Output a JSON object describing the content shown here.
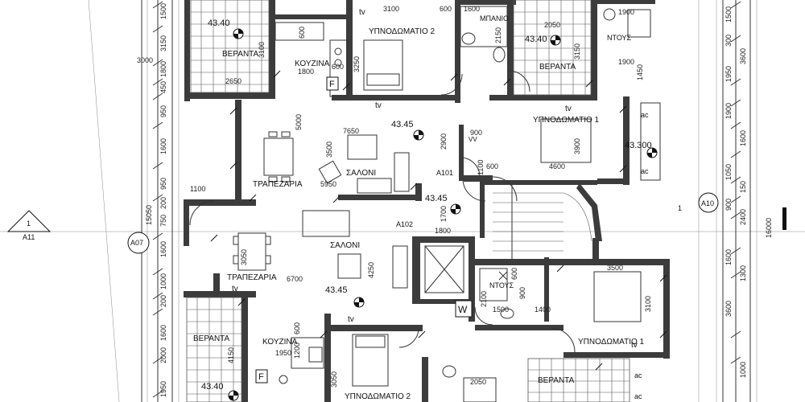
{
  "rooms": {
    "veranta_tl": "ΒΕΡΑΝΤΑ",
    "kouzina_top": "ΚΟΥΖΙΝΑ",
    "ypnodomatio2_top": "ΥΠΝΟΔΩΜΑΤΙΟ 2",
    "mpanio": "ΜΠΑΝΙΟ",
    "veranta_tr": "ΒΕΡΑΝΤΑ",
    "ntous_top": "ΝΤΟΥΣ",
    "ypnodomatio1_top": "ΥΠΝΟΔΩΜΑΤΙΟ 1",
    "saloni_top": "ΣΑΛΟΝΙ",
    "trapezaria_top": "ΤΡΑΠΕΖΑΡΙΑ",
    "saloni_bottom": "ΣΑΛΟΝΙ",
    "trapezaria_bottom": "ΤΡΑΠΕΖΑΡΙΑ",
    "ntous_bottom": "ΝΤΟΥΣ",
    "ypnodomatio1_bottom": "ΥΠΝΟΔΩΜΑΤΙΟ 1",
    "veranta_bl": "ΒΕΡΑΝΤΑ",
    "kouzina_bottom": "ΚΟΥΖΙΝΑ",
    "ypnodomatio2_bottom": "ΥΠΝΟΔΩΜΑΤΙΟ 2",
    "veranta_br": "ΒΕΡΑΝΤΑ"
  },
  "levels": {
    "l1": "43.40",
    "l2": "43.40",
    "l3": "43.45",
    "l4": "43.300",
    "l5": "43.45",
    "l6": "43.45",
    "l7": "43.40"
  },
  "markers": {
    "a101": "A101",
    "a102": "A102",
    "a07": "A07",
    "a10": "A10",
    "a11": "A11",
    "one_left": "1",
    "one_right": "1"
  },
  "symbols": {
    "tv": "tv",
    "f": "F",
    "w": "W",
    "vv": "VV",
    "ac": "ac"
  },
  "dims": {
    "d3100a": "3100",
    "d600a": "600",
    "d1600a": "1600",
    "d3100b": "3100",
    "d2650": "2650",
    "d1800a": "1800",
    "d600b": "600",
    "d600c": "600",
    "d3250": "3250",
    "d2150": "2150",
    "d2050": "2050",
    "d3150": "3150",
    "d1900a": "1900",
    "d1900b": "1900",
    "d1450": "1450",
    "d3000a": "3000",
    "d5000": "5000",
    "d7650": "7650",
    "d3500a": "3500",
    "d2900": "2900",
    "d900a": "900",
    "d1100a": "1100",
    "d600d": "600",
    "d4600": "4600",
    "d3900": "3900",
    "d5950": "5950",
    "d1100b": "1100",
    "d1700": "1700",
    "d1800b": "1800",
    "d3050a": "3050",
    "d6700": "6700",
    "d4250": "4250",
    "d3500b": "3500",
    "d600e": "600",
    "d900b": "900",
    "d2100": "2100",
    "d1500": "1500",
    "d1400": "1400",
    "d3100c": "3100",
    "d4150": "4150",
    "d1950": "1950",
    "d1200": "1200",
    "d600f": "600",
    "d3050b": "3050",
    "d2050b": "2050",
    "left": [
      "1500",
      "3150",
      "1800",
      "450",
      "950",
      "1600",
      "950",
      "200",
      "750",
      "1600",
      "1000",
      "200",
      "1600",
      "2000",
      "1950"
    ],
    "left_outer": "15050",
    "right": [
      "1500",
      "3600",
      "300",
      "1950",
      "1900",
      "1600",
      "1050",
      "150",
      "900",
      "2400",
      "1600",
      "1300",
      "3600",
      "1000"
    ],
    "right_outer": "16000"
  }
}
